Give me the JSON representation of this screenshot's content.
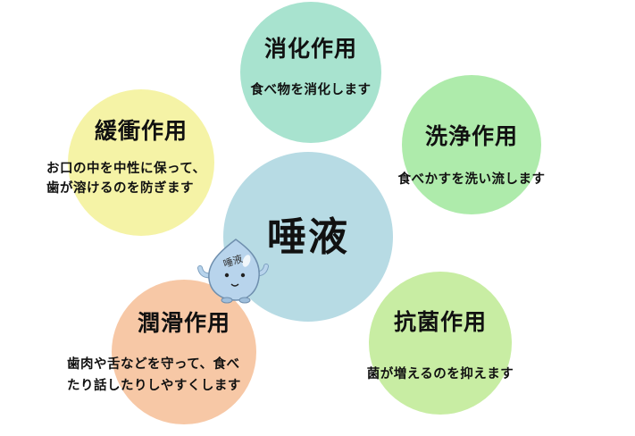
{
  "center": {
    "label": "唾液"
  },
  "functions": [
    {
      "key": "digestion",
      "title": "消化作用",
      "desc": [
        "食べ物を消化します"
      ],
      "color": "#a8e3cf"
    },
    {
      "key": "cleansing",
      "title": "洗浄作用",
      "desc": [
        "食べかすを洗い流します"
      ],
      "color": "#aeebab"
    },
    {
      "key": "antibacterial",
      "title": "抗菌作用",
      "desc": [
        "菌が増えるのを抑えます"
      ],
      "color": "#c8eda3"
    },
    {
      "key": "lubrication",
      "title": "潤滑作用",
      "desc": [
        "歯肉や舌などを守って、食べ",
        "たり話したりしやすくします"
      ],
      "color": "#f7c8a6"
    },
    {
      "key": "buffering",
      "title": "緩衝作用",
      "desc": [
        "お口の中を中性に保って、",
        "歯が溶けるのを防ぎます"
      ],
      "color": "#f5f3a6"
    }
  ],
  "center_color": "#b7dbe4",
  "mascot": {
    "label": "唾液",
    "color": "#b8d4ec"
  }
}
